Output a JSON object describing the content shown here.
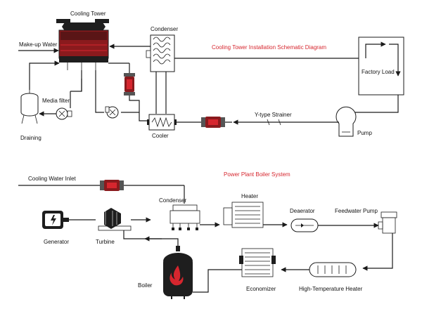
{
  "titles": {
    "cooling": "Cooling Tower Installation Schematic Diagram",
    "power": "Power Plant Boiler System"
  },
  "labels": {
    "cooling_tower": "Cooling Tower",
    "makeup_water": "Make-up Water",
    "condenser_top": "Condenser",
    "media_filter": "Media filter",
    "draining": "Draining",
    "cooler": "Cooler",
    "y_strainer": "Y-type Strainer",
    "factory_load": "Factory Load",
    "pump": "Pump",
    "cooling_water_inlet": "Cooling Water Inlet",
    "generator": "Generator",
    "turbine": "Turbine",
    "condenser_bottom": "Condenser",
    "heater": "Heater",
    "deaerator": "Deaerator",
    "feedwater_pump": "Feedwater Pump",
    "boiler": "Boiler",
    "economizer": "Economizer",
    "ht_heater": "High-Temperature Heater"
  },
  "colors": {
    "accent": "#d6262e",
    "equipment_dark": "#1e1e1e",
    "pipe": "#1a1a1a"
  }
}
